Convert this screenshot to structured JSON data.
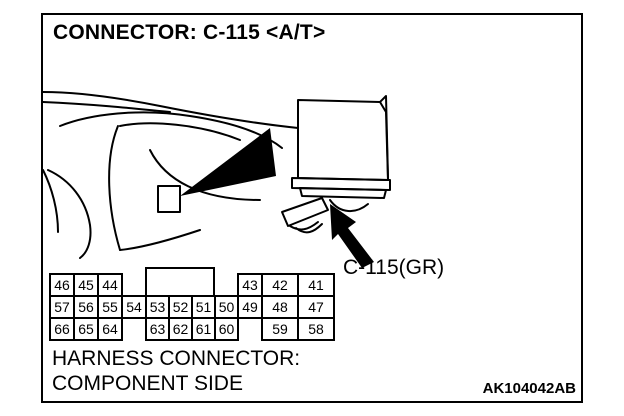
{
  "title": "CONNECTOR: C-115 <A/T>",
  "callout": "C-115(GR)",
  "footer": {
    "line1": "HARNESS CONNECTOR:",
    "line2": "COMPONENT SIDE"
  },
  "figure_code": "AK104042AB",
  "pins": {
    "row1_left": [
      "46",
      "45",
      "44"
    ],
    "row1_right": [
      "43",
      "42",
      "41"
    ],
    "row2": [
      "57",
      "56",
      "55",
      "54",
      "53",
      "52",
      "51",
      "50",
      "49",
      "48",
      "47"
    ],
    "row3_left": [
      "66",
      "65",
      "64"
    ],
    "row3_mid": [
      "63",
      "62",
      "61",
      "60"
    ],
    "row3_right": [
      "59",
      "58"
    ]
  }
}
